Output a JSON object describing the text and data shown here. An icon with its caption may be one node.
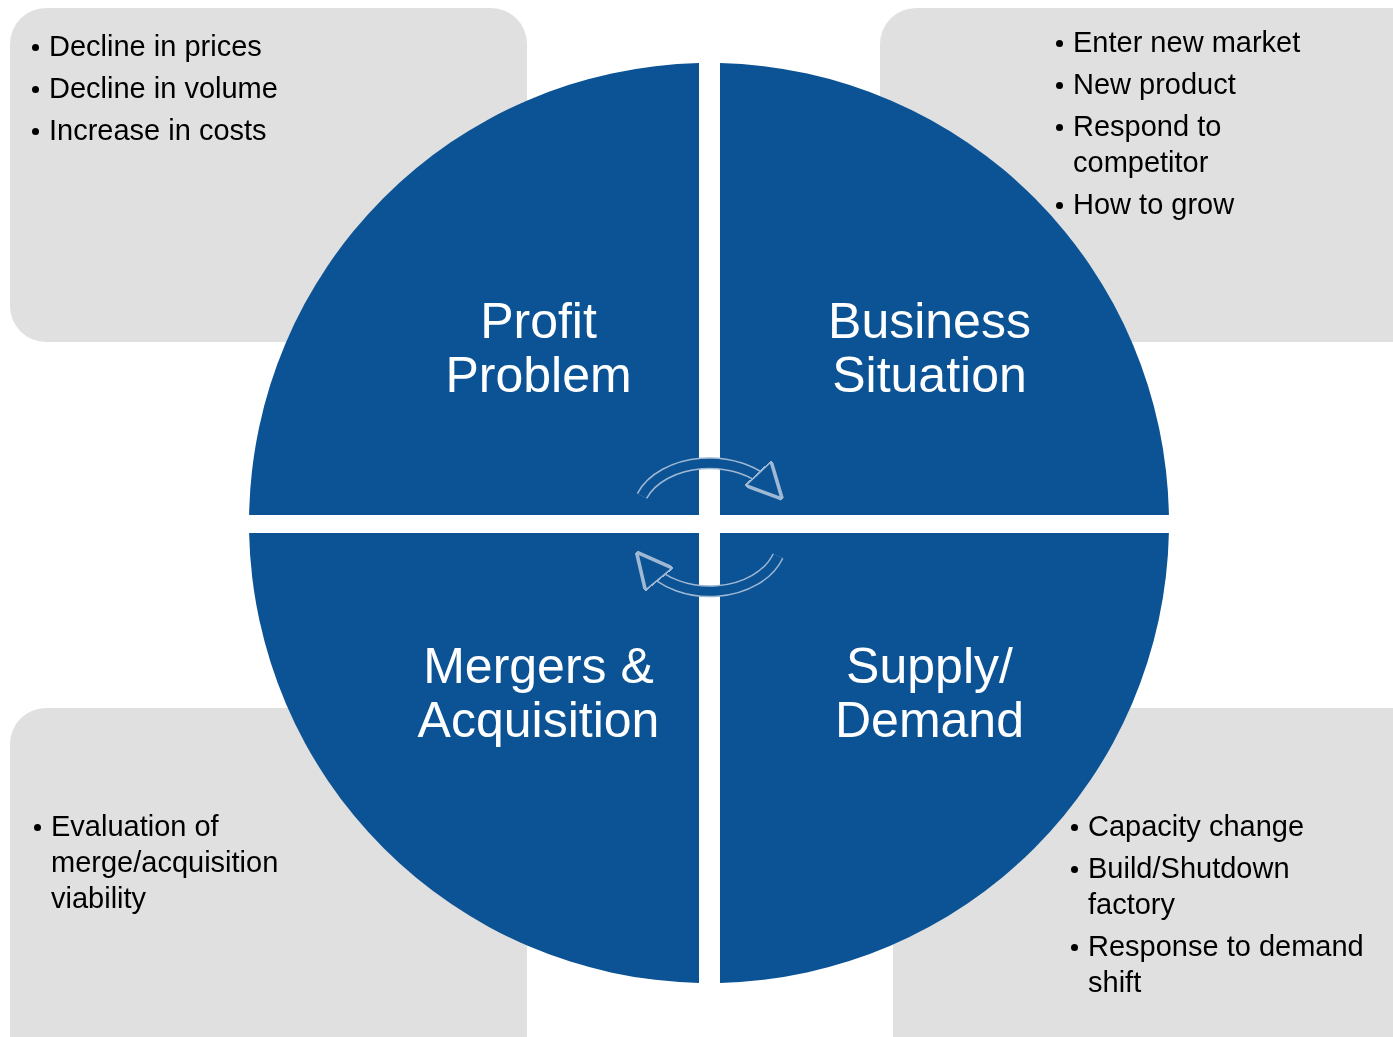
{
  "diagram": {
    "nodes": [
      {
        "text": [
          "Decline in prices",
          "Decline in volume",
          "Increase in costs"
        ]
      },
      {
        "text": [
          "Enter new market",
          "New product",
          "Respond to competitor",
          "How to grow"
        ]
      },
      {
        "text": [
          "Profit Problem"
        ]
      },
      {
        "text": [
          "Business Situation"
        ]
      },
      {
        "text": [
          "Mergers & Acquisition"
        ]
      },
      {
        "text": [
          "Supply/ Demand"
        ]
      },
      {
        "text": [
          "Evaluation of merge/acquisition viability"
        ]
      },
      {
        "text": [
          "Capacity change",
          "Build/Shutdown factory",
          "Response to demand shift"
        ]
      }
    ],
    "edges": [
      {
        "from": 2,
        "to": 3,
        "arrow": "to"
      },
      {
        "from": 5,
        "to": 4,
        "arrow": "to"
      }
    ]
  }
}
